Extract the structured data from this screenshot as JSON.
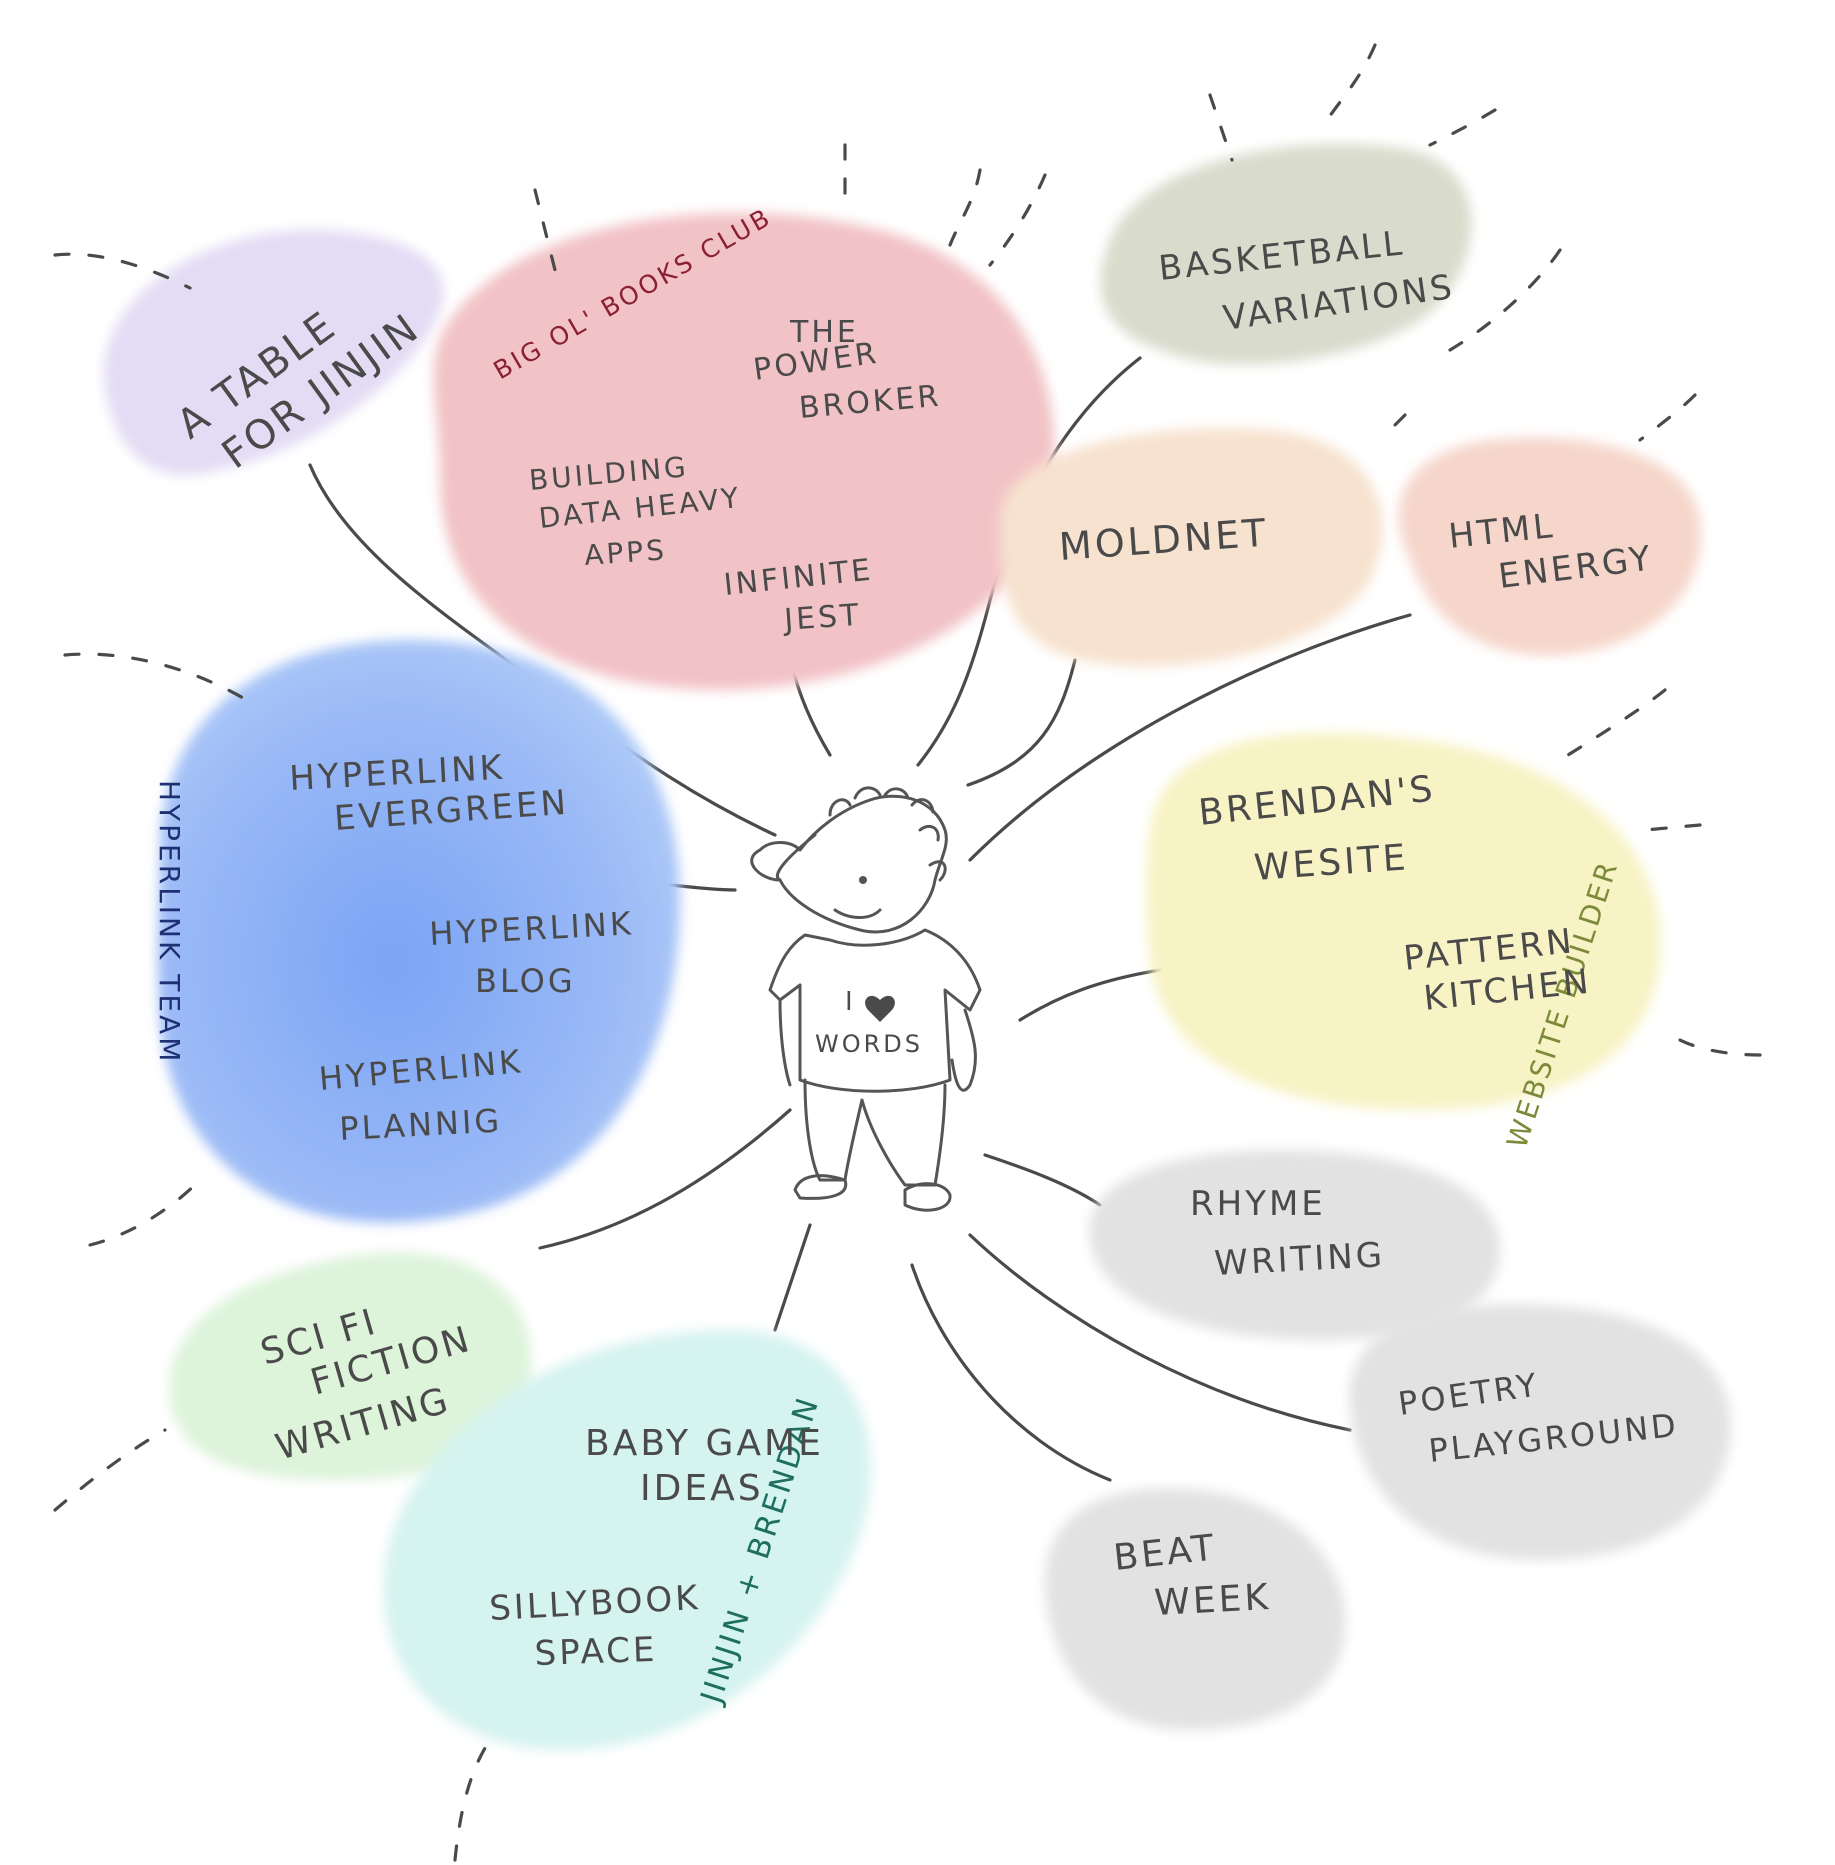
{
  "colors": {
    "ink": "#4a4a4a",
    "purple_blob": "#e3dcf4",
    "red_blob": "#f2c3c6",
    "olive_blob": "#d9dbcc",
    "peach_blob": "#f7e2cf",
    "salmon_blob": "#f6d6cb",
    "blue_blob": "#86aef5",
    "yellow_blob": "#f7f3c4",
    "green_blob": "#ddf3da",
    "cyan_blob": "#d5f3ef",
    "gray_blob": "#e2e2e2",
    "label_maroon": "#8a2032",
    "label_navy": "#1f2f73",
    "label_olive": "#7c8a3a",
    "label_teal": "#1f6f60"
  },
  "bubbles": {
    "table": {
      "line1": "A TABLE",
      "line2": "FOR JINJIN"
    },
    "books": {
      "tag": "BIG OL' BOOKS CLUB",
      "power": {
        "line1": "THE",
        "line2": "POWER",
        "line3": "BROKER"
      },
      "building": {
        "line1": "BUILDING",
        "line2": "DATA HEAVY",
        "line3": "APPS"
      },
      "jest": {
        "line1": "INFINITE",
        "line2": "JEST"
      }
    },
    "basketball": {
      "line1": "BASKETBALL",
      "line2": "VARIATIONS"
    },
    "moldnet": {
      "line1": "MOLDNET"
    },
    "html": {
      "line1": "HTML",
      "line2": "ENERGY"
    },
    "hyperlink": {
      "tag": "HYPERLINK TEAM",
      "evergreen": {
        "line1": "HYPERLINK",
        "line2": "EVERGREEN"
      },
      "blog": {
        "line1": "HYPERLINK",
        "line2": "BLOG"
      },
      "planning": {
        "line1": "HYPERLINK",
        "line2": "PLANNIG"
      }
    },
    "brendan": {
      "tag": "WEBSITE BUILDER",
      "site": {
        "line1": "BRENDAN'S",
        "line2": "WESITE"
      },
      "pattern": {
        "line1": "PATTERN",
        "line2": "KITCHEN"
      }
    },
    "rhyme": {
      "line1": "RHYME",
      "line2": "WRITING"
    },
    "poetry": {
      "line1": "POETRY",
      "line2": "PLAYGROUND"
    },
    "beat": {
      "line1": "BEAT",
      "line2": "WEEK"
    },
    "scifi": {
      "line1": "SCI FI",
      "line2": "FICTION",
      "line3": "WRITING"
    },
    "jinjin": {
      "tag": "JINJIN + BRENDAN",
      "baby": {
        "line1": "BABY GAME",
        "line2": "IDEAS"
      },
      "silly": {
        "line1": "SILLYBOOK",
        "line2": "SPACE"
      }
    }
  },
  "person": {
    "shirt_line1": "I",
    "shirt_line2": "WORDS"
  }
}
